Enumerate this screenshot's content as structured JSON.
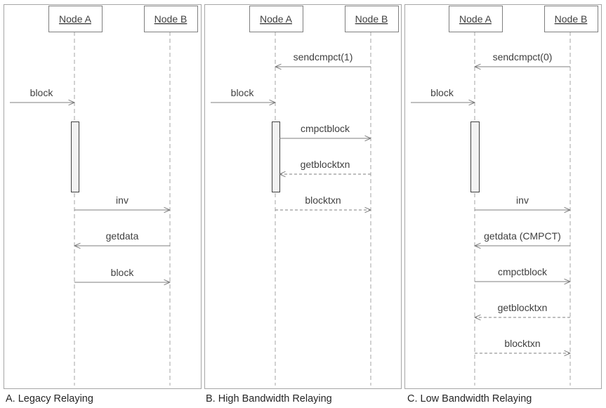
{
  "panels": [
    {
      "caption": "A. Legacy Relaying",
      "node_a": "Node A",
      "node_b": "Node B",
      "messages": [
        {
          "label": "block",
          "from": "outside",
          "to": "A",
          "style": "solid"
        },
        {
          "label": "inv",
          "from": "A",
          "to": "B",
          "style": "solid"
        },
        {
          "label": "getdata",
          "from": "B",
          "to": "A",
          "style": "solid"
        },
        {
          "label": "block",
          "from": "A",
          "to": "B",
          "style": "solid"
        }
      ]
    },
    {
      "caption": "B. High Bandwidth Relaying",
      "node_a": "Node A",
      "node_b": "Node B",
      "messages": [
        {
          "label": "sendcmpct(1)",
          "from": "B",
          "to": "A",
          "style": "solid"
        },
        {
          "label": "block",
          "from": "outside",
          "to": "A",
          "style": "solid"
        },
        {
          "label": "cmpctblock",
          "from": "A",
          "to": "B",
          "style": "solid"
        },
        {
          "label": "getblocktxn",
          "from": "B",
          "to": "A",
          "style": "dashed"
        },
        {
          "label": "blocktxn",
          "from": "A",
          "to": "B",
          "style": "dashed"
        }
      ]
    },
    {
      "caption": "C. Low Bandwidth Relaying",
      "node_a": "Node A",
      "node_b": "Node B",
      "messages": [
        {
          "label": "sendcmpct(0)",
          "from": "B",
          "to": "A",
          "style": "solid"
        },
        {
          "label": "block",
          "from": "outside",
          "to": "A",
          "style": "solid"
        },
        {
          "label": "inv",
          "from": "A",
          "to": "B",
          "style": "solid"
        },
        {
          "label": "getdata (CMPCT)",
          "from": "B",
          "to": "A",
          "style": "solid"
        },
        {
          "label": "cmpctblock",
          "from": "A",
          "to": "B",
          "style": "solid"
        },
        {
          "label": "getblocktxn",
          "from": "B",
          "to": "A",
          "style": "dashed"
        },
        {
          "label": "blocktxn",
          "from": "A",
          "to": "B",
          "style": "dashed"
        }
      ]
    }
  ]
}
